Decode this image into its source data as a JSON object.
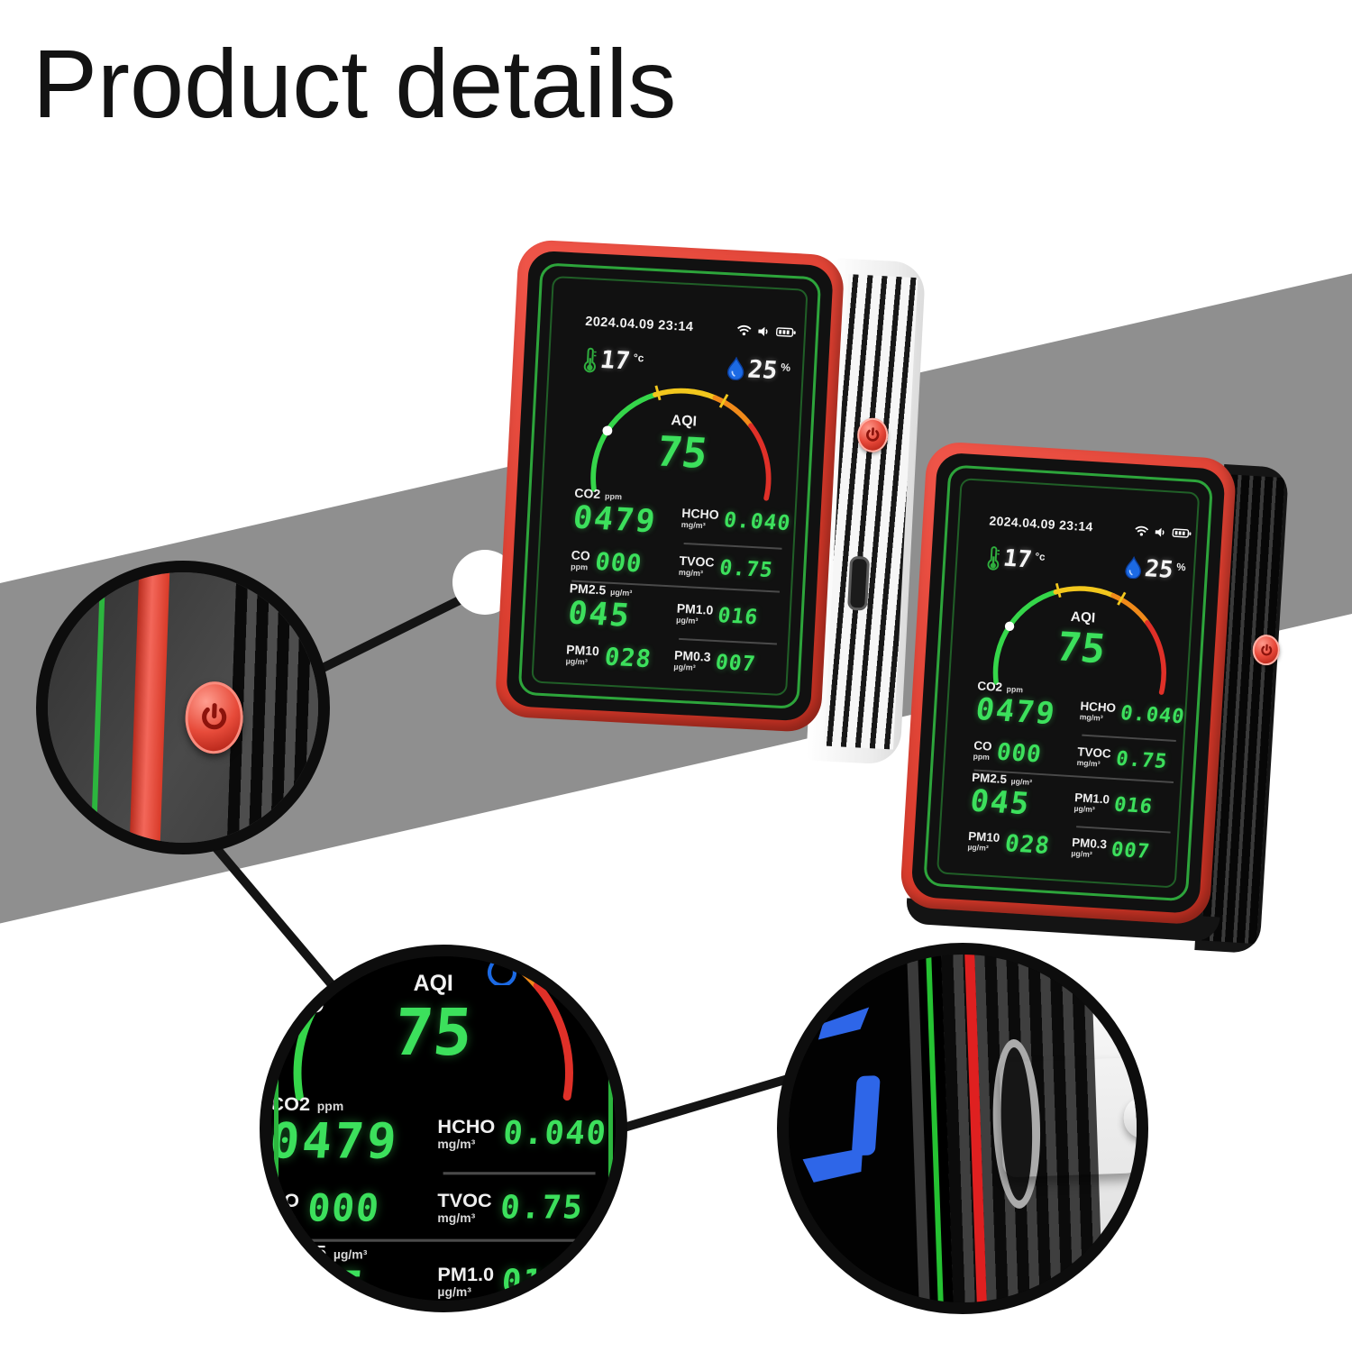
{
  "title": "Product details",
  "screen": {
    "date": "2024.04.09 23:14",
    "temperature": {
      "value": "17",
      "unit": "°c"
    },
    "humidity": {
      "value": "25",
      "unit": "%"
    },
    "aqi": {
      "label": "AQI",
      "value": "75"
    },
    "readings": [
      {
        "label": "CO2",
        "unit": "ppm",
        "value": "0479"
      },
      {
        "label": "HCHO",
        "unit": "mg/m³",
        "value": "0.040"
      },
      {
        "label": "CO",
        "unit": "ppm",
        "value": "000"
      },
      {
        "label": "TVOC",
        "unit": "mg/m³",
        "value": "0.75"
      },
      {
        "label": "PM2.5",
        "unit": "µg/m³",
        "value": "045"
      },
      {
        "label": "PM1.0",
        "unit": "µg/m³",
        "value": "016"
      },
      {
        "label": "PM10",
        "unit": "µg/m³",
        "value": "028"
      },
      {
        "label": "PM0.3",
        "unit": "µg/m³",
        "value": "007"
      }
    ],
    "status_icons": [
      "wifi-icon",
      "speaker-icon",
      "battery-icon"
    ]
  },
  "colors": {
    "band_gray": "#8f8f8f",
    "frame_red": "#d83a2b",
    "accent_green": "#2fae3e",
    "digit_green": "#3ce05c",
    "humidity_blue": "#1c6ae4",
    "segment_blue": "#2e66e8",
    "gauge_segments": [
      "#35d64a",
      "#f2c71d",
      "#f08a1a",
      "#e03028"
    ]
  }
}
